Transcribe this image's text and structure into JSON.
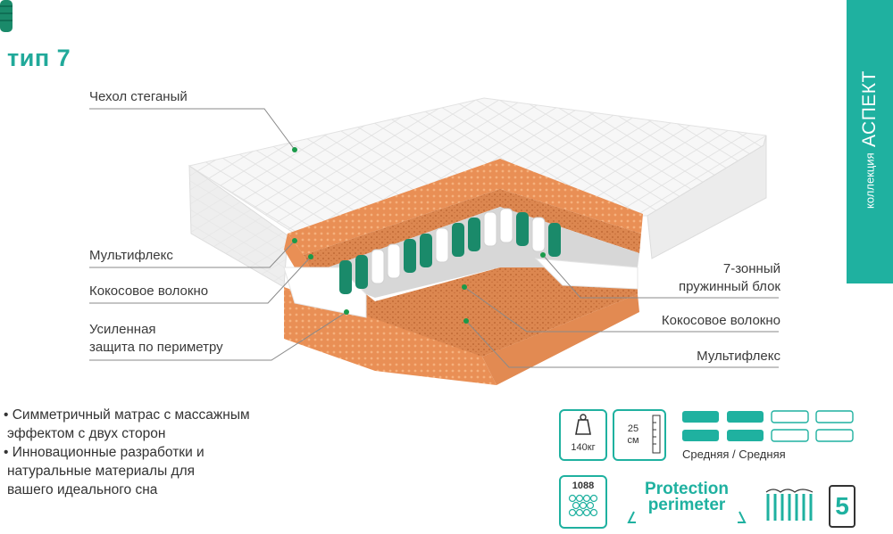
{
  "title": "тип 7",
  "collection": {
    "prefix": "коллекция",
    "brand": "АСПЕКТ"
  },
  "labels": {
    "cover": "Чехол стеганый",
    "multiflex_top": "Мультифлекс",
    "coconut_top": "Кокосовое волокно",
    "perimeter_l1": "Усиленная",
    "perimeter_l2": "защита по периметру",
    "springs_l1": "7-зонный",
    "springs_l2": "пружинный блок",
    "coconut_bottom": "Кокосовое волокно",
    "multiflex_bottom": "Мультифлекс"
  },
  "features": [
    "• Симметричный матрас с массажным",
    "эффектом с двух сторон",
    "• Инновационные разработки и",
    "натуральные материалы для",
    "вашего идеального сна"
  ],
  "specs": {
    "weight": "140кг",
    "height_value": "25",
    "height_unit": "см",
    "firmness": "Средняя / Средняя",
    "springs_count": "1088",
    "protection_l1": "Protection",
    "protection_l2": "perimeter",
    "zones": "5"
  },
  "colors": {
    "accent": "#1fb1a0",
    "foam": "#ffffff",
    "coir": "#d9824a",
    "spring_green": "#1a8a6a"
  }
}
